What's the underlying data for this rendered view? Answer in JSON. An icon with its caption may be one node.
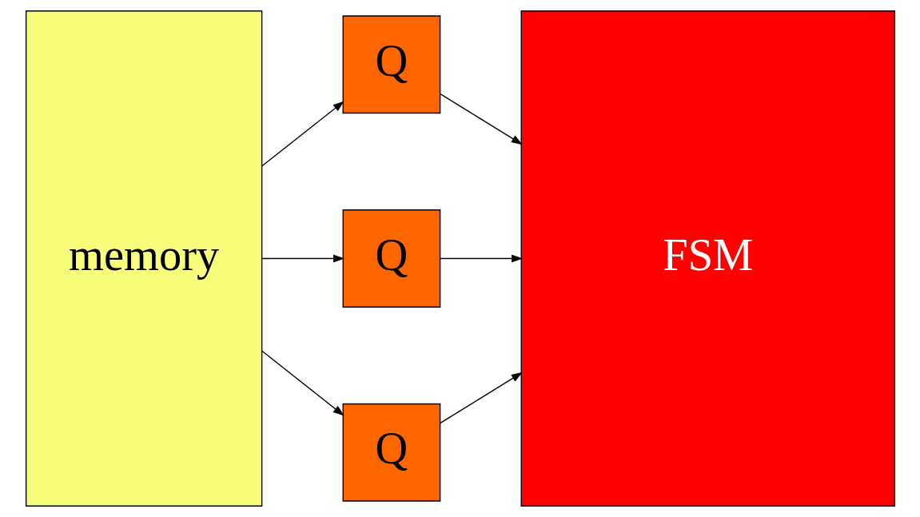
{
  "diagram": {
    "nodes": [
      {
        "text": [
          "memory"
        ]
      },
      {
        "text": [
          "Q"
        ]
      },
      {
        "text": [
          "Q"
        ]
      },
      {
        "text": [
          "Q"
        ]
      },
      {
        "text": [
          "FSM"
        ]
      }
    ],
    "edges": [
      {
        "from": 0,
        "to": 1,
        "arrow": "to"
      },
      {
        "from": 0,
        "to": 2,
        "arrow": "to"
      },
      {
        "from": 0,
        "to": 3,
        "arrow": "to"
      },
      {
        "from": 1,
        "to": 4,
        "arrow": "to"
      },
      {
        "from": 2,
        "to": 4,
        "arrow": "to"
      },
      {
        "from": 3,
        "to": 4,
        "arrow": "to"
      }
    ]
  }
}
